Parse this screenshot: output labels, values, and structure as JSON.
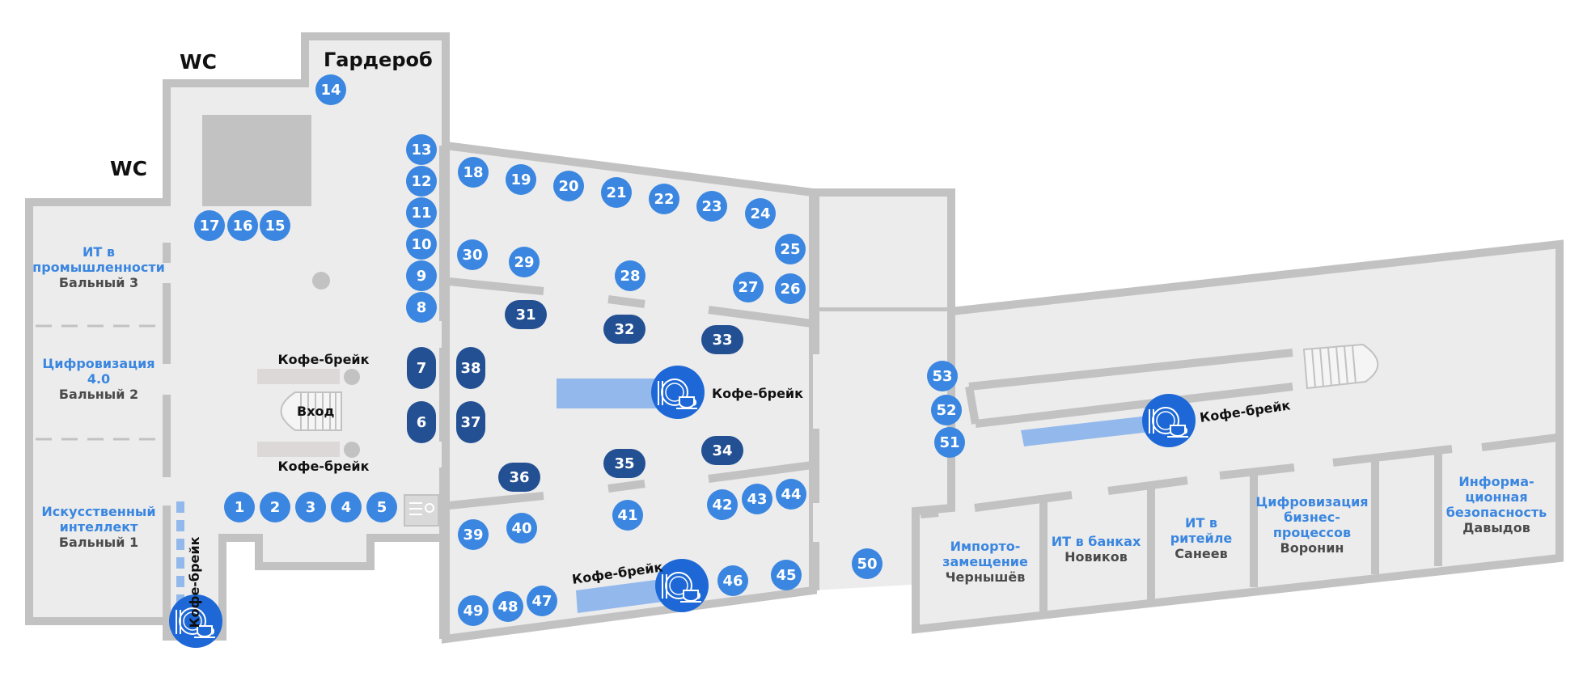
{
  "colors": {
    "floor": "#ececec",
    "wall": "#c2c2c2",
    "booth_light": "#3a86e0",
    "booth_dark": "#234f93",
    "coffee_icon": "#1d68d6",
    "coffee_strip": "#93b9ec",
    "room_title": "#3a86e0",
    "room_name": "#4a4a4a"
  },
  "labels": {
    "wc_top": "WC",
    "wc_left": "WC",
    "cloakroom": "Гардероб",
    "entrance": "Вход"
  },
  "coffee_breaks": [
    {
      "id": "kb1",
      "label": "Кофе-брейк"
    },
    {
      "id": "kb2",
      "label": "Кофе-брейк"
    },
    {
      "id": "kb3",
      "label": "Кофе-брейк"
    },
    {
      "id": "kb4",
      "label": "Кофе-брейк"
    },
    {
      "id": "kb5",
      "label": "Кофе-брейк"
    },
    {
      "id": "kb6",
      "label": "Кофе-брейк"
    }
  ],
  "rooms": [
    {
      "id": "industry",
      "title": [
        "ИТ в",
        "промышленности"
      ],
      "name": "Бальный 3"
    },
    {
      "id": "digital40",
      "title": [
        "Цифровизация",
        "4.0"
      ],
      "name": "Бальный 2"
    },
    {
      "id": "ai",
      "title": [
        "Искусственный",
        "интеллект"
      ],
      "name": "Бальный 1"
    },
    {
      "id": "import",
      "title": [
        "Импорто-",
        "замещение"
      ],
      "name": "Чернышёв"
    },
    {
      "id": "banks",
      "title": [
        "ИТ в банках"
      ],
      "name": "Новиков"
    },
    {
      "id": "retail",
      "title": [
        "ИТ в",
        "ритейле"
      ],
      "name": "Санеев"
    },
    {
      "id": "bizproc",
      "title": [
        "Цифровизация",
        "бизнес-",
        "процессов"
      ],
      "name": "Воронин"
    },
    {
      "id": "security",
      "title": [
        "Информа-",
        "ционная",
        "безопасность"
      ],
      "name": "Давыдов"
    }
  ],
  "booths_round": [
    "1",
    "2",
    "3",
    "4",
    "5",
    "8",
    "9",
    "10",
    "11",
    "12",
    "13",
    "14",
    "15",
    "16",
    "17",
    "18",
    "19",
    "20",
    "21",
    "22",
    "23",
    "24",
    "25",
    "26",
    "27",
    "28",
    "29",
    "30",
    "39",
    "40",
    "41",
    "42",
    "43",
    "44",
    "45",
    "46",
    "47",
    "48",
    "49",
    "50",
    "51",
    "52",
    "53"
  ],
  "booths_pill": [
    "6",
    "7",
    "31",
    "32",
    "33",
    "34",
    "35",
    "36",
    "37",
    "38"
  ]
}
